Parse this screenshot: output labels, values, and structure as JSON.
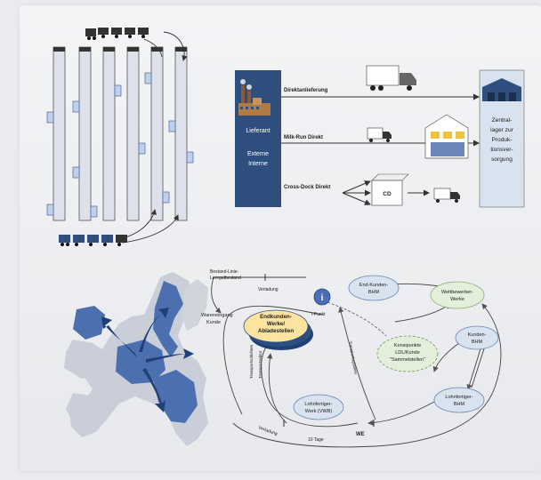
{
  "supply_panel": {
    "left_top": "Lieferant",
    "left_bottom_line1": "Externe",
    "left_bottom_line2": "Interne",
    "right_line1": "Zentral-",
    "right_line2": "lager zur",
    "right_line3": "Produk-",
    "right_line4": "tionsver-",
    "right_line5": "sorgung",
    "route1": "Direktanlieferung",
    "route2": "Milk-Run Direkt",
    "route3": "Cross-Dock Direkt",
    "cd_label": "CD"
  },
  "cycle": {
    "bestand_line1": "Bestand-Linie-",
    "bestand_line2": "Leergutbestand",
    "verladung_top": "Verladung",
    "wareneingang_line1": "Wareneingang",
    "wareneingang_line2": "Kunde",
    "center_line1": "Endkunden-",
    "center_line2": "Werke/",
    "center_line3": "Abladestellen",
    "ipunkt_icon": "i",
    "ipunkt_label": "i-Punkt",
    "endkunden_bhm_line1": "End-Kunden-",
    "endkunden_bhm_line2": "BHM",
    "wettbewerber_line1": "Wettbewerber-",
    "wettbewerber_line2": "Werke",
    "konsi_line1": "Konsipunkte",
    "konsi_line2": "LDL/Kunde",
    "konsi_line3": "\"Sammelstellen\"",
    "kunden_bhm_line1": "Kunden-",
    "kunden_bhm_line2": "BHM",
    "lohnfertiger_bhm_line1": "Lohnfertiger-",
    "lohnfertiger_bhm_line2": "BHM",
    "lohnfertiger_werk_line1": "Lohnfertiger-",
    "lohnfertiger_werk_line2": "Werk (VWB)",
    "transport_left1": "Transportschichten",
    "transport_left2": "Transportsektor",
    "transport_right": "Transportlogistiken",
    "verladung_bottom": "Verladung",
    "zehn_tage": "10 Tage",
    "we": "WE"
  },
  "colors": {
    "panel_blue": "#2e4f7d",
    "pale_blue": "#d9e2ef",
    "yellow": "#fce3a0",
    "green": "#e3efdb",
    "map_blue": "#4c6fb0",
    "map_dark": "#1f3f77"
  }
}
